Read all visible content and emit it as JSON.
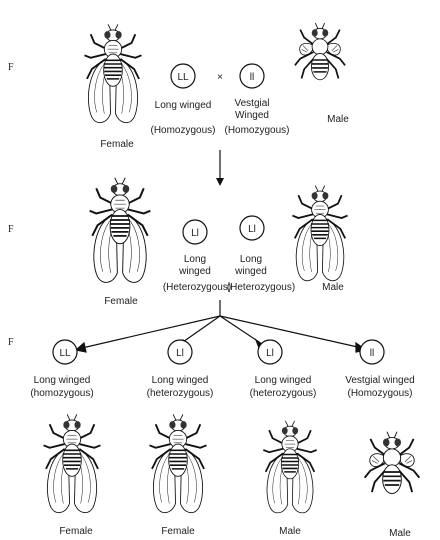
{
  "generations": {
    "p": "F",
    "f1": "F",
    "f2": "F"
  },
  "parental": {
    "female": {
      "label": "Female",
      "genotype": "LL",
      "phenotype": "Long winged",
      "zygosity": "(Homozygous)"
    },
    "cross_symbol": "×",
    "male": {
      "label": "Male",
      "genotype": "ll",
      "phenotype_line1": "Vestgial",
      "phenotype_line2": "Winged",
      "zygosity": "(Homozygous)"
    }
  },
  "f1": {
    "female": {
      "label": "Female",
      "genotype": "Ll",
      "phenotype_line1": "Long",
      "phenotype_line2": "winged",
      "zygosity": "(Heterozygous)"
    },
    "male": {
      "label": "Male",
      "genotype": "Ll",
      "phenotype_line1": "Long",
      "phenotype_line2": "winged",
      "zygosity": "(Heterozygous)"
    }
  },
  "f2": [
    {
      "genotype": "LL",
      "phenotype": "Long winged",
      "zygosity": "(homozygous)",
      "sex": "Female"
    },
    {
      "genotype": "Ll",
      "phenotype": "Long winged",
      "zygosity": "(heterozygous)",
      "sex": "Female"
    },
    {
      "genotype": "Ll",
      "phenotype": "Long winged",
      "zygosity": "(heterozygous)",
      "sex": "Male"
    },
    {
      "genotype": "ll",
      "phenotype": "Vestgial  winged",
      "zygosity": "(Homozygous)",
      "sex": "Male"
    }
  ]
}
